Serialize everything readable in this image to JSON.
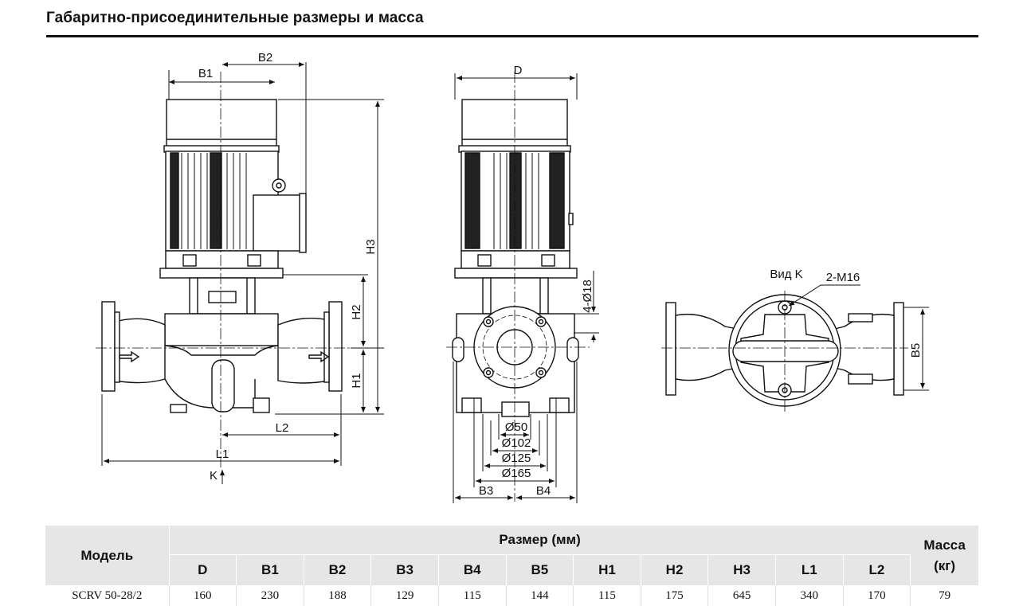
{
  "title": "Габаритно-присоединительные размеры и масса",
  "drawing_labels": {
    "b1": "B1",
    "b2": "B2",
    "h1": "H1",
    "h2": "H2",
    "h3": "H3",
    "l1": "L1",
    "l2": "L2",
    "k": "K",
    "d": "D",
    "holes": "4-Ø18",
    "d50": "Ø50",
    "d102": "Ø102",
    "d125": "Ø125",
    "d165": "Ø165",
    "b3": "B3",
    "b4": "B4",
    "view_k": "Вид K",
    "m16": "2-M16",
    "b5": "B5"
  },
  "table": {
    "model_header": "Модель",
    "size_header": "Размер (мм)",
    "mass_header_line1": "Масса",
    "mass_header_line2": "(кг)",
    "columns": [
      "D",
      "B1",
      "B2",
      "B3",
      "B4",
      "B5",
      "H1",
      "H2",
      "H3",
      "L1",
      "L2"
    ],
    "rows": [
      {
        "model": "SCRV 50-28/2",
        "values": [
          "160",
          "230",
          "188",
          "129",
          "115",
          "144",
          "115",
          "175",
          "645",
          "340",
          "170"
        ],
        "mass": "79"
      }
    ]
  }
}
